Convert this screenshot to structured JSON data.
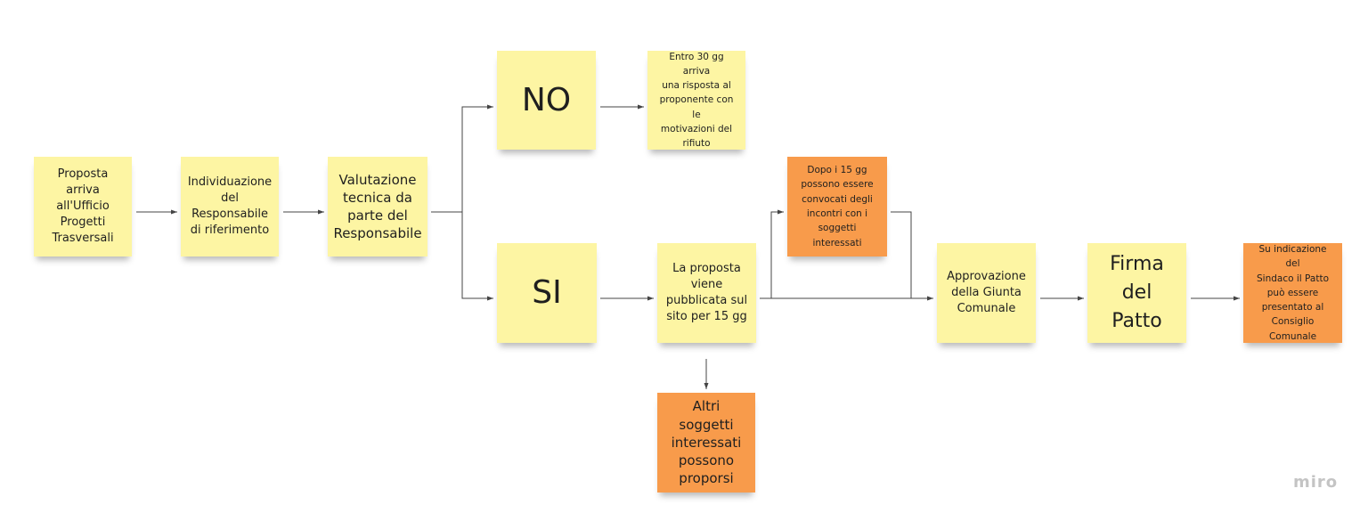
{
  "diagram": {
    "nodes": [
      {
        "id": "n1",
        "text": "Proposta\narriva\nall'Ufficio\nProgetti\nTrasversali",
        "color": "yellow"
      },
      {
        "id": "n2",
        "text": "Individuazione\ndel\nResponsabile\ndi riferimento",
        "color": "yellow"
      },
      {
        "id": "n3",
        "text": "Valutazione\ntecnica da\nparte del\nResponsabile",
        "color": "yellow"
      },
      {
        "id": "n4",
        "text": "NO",
        "color": "yellow"
      },
      {
        "id": "n5",
        "text": "Entro 30 gg arriva\nuna risposta al\nproponente con le\nmotivazioni del\nrifiuto",
        "color": "yellow"
      },
      {
        "id": "n6",
        "text": "SI",
        "color": "yellow"
      },
      {
        "id": "n7",
        "text": "La proposta\nviene\npubblicata sul\nsito per 15 gg",
        "color": "yellow"
      },
      {
        "id": "n8",
        "text": "Dopo i 15 gg\npossono essere\nconvocati degli\nincontri con i\nsoggetti\ninteressati",
        "color": "orange"
      },
      {
        "id": "n9",
        "text": "Altri soggetti\ninteressati\npossono\nproporsi",
        "color": "orange"
      },
      {
        "id": "n10",
        "text": "Approvazione\ndella Giunta\nComunale",
        "color": "yellow"
      },
      {
        "id": "n11",
        "text": "Firma\ndel\nPatto",
        "color": "yellow"
      },
      {
        "id": "n12",
        "text": "Su indicazione del\nSindaco il Patto\npuò essere\npresentato al\nConsiglio\nComunale",
        "color": "orange"
      }
    ],
    "edges": [
      {
        "from": "n1",
        "to": "n2"
      },
      {
        "from": "n2",
        "to": "n3"
      },
      {
        "from": "n3",
        "to": "n4"
      },
      {
        "from": "n3",
        "to": "n6"
      },
      {
        "from": "n4",
        "to": "n5"
      },
      {
        "from": "n6",
        "to": "n7"
      },
      {
        "from": "n7",
        "to": "n8"
      },
      {
        "from": "n7",
        "to": "n10"
      },
      {
        "from": "n8",
        "to": "n10"
      },
      {
        "from": "n7",
        "to": "n9"
      },
      {
        "from": "n10",
        "to": "n11"
      },
      {
        "from": "n11",
        "to": "n12"
      }
    ]
  },
  "colors": {
    "yellow": "#fdf5a3",
    "orange": "#f89b4b",
    "connector": "#444444"
  },
  "watermark": "miro"
}
